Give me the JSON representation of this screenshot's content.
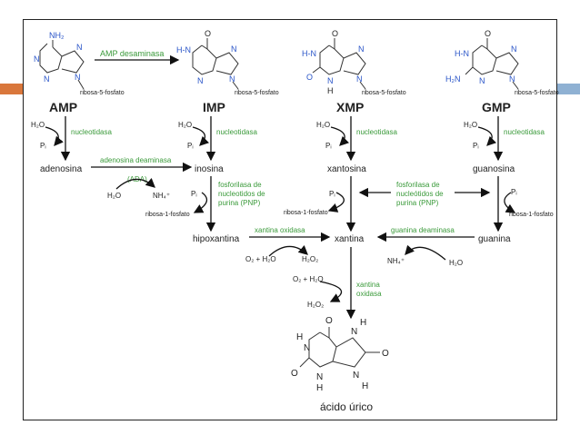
{
  "compounds": {
    "amp": "AMP",
    "imp": "IMP",
    "xmp": "XMP",
    "gmp": "GMP",
    "adenosina": "adenosina",
    "inosina": "inosina",
    "xantosina": "xantosina",
    "guanosina": "guanosina",
    "hipoxantina": "hipoxantina",
    "xantina": "xantina",
    "guanina": "guanina",
    "acido_urico": "ácido úrico"
  },
  "enzymes": {
    "amp_desaminasa": "AMP desaminasa",
    "nucleotidasa": "nucleotidasa",
    "adenosina_deaminasa": "adenosina deaminasa",
    "ada": "(ADA)",
    "pnp_line1": "fosforilasa de",
    "pnp_line2": "nucleotidos de",
    "pnp_line3": "purina (PNP)",
    "pnp_right_line2": "nucleótidos de",
    "xantina_oxidasa": "xantina oxidasa",
    "xantina_oxidasa_line1": "xantina",
    "xantina_oxidasa_line2": "oxidasa",
    "guanina_deaminasa": "guanina deaminasa"
  },
  "species": {
    "h2o": "H₂O",
    "pi": "Pᵢ",
    "nh4": "NH₄⁺",
    "o2_h2o": "O₂ + H₂O",
    "h2o2": "H₂O₂",
    "ribosa_1_fosfato": "ribosa-1-fosfato",
    "ribosa_5_fosfato": "ribosa-5-fosfato"
  },
  "atoms": {
    "N": "N",
    "H": "H",
    "O": "O",
    "NH2": "NH₂",
    "H2N": "H₂N",
    "HN": "H-N",
    "NH_H": "N-H"
  },
  "colors": {
    "enzyme": "#3a9a3a",
    "nitrogen": "#2a55c8",
    "left_bar": "#d9773c",
    "right_bar": "#8fb1d3"
  }
}
